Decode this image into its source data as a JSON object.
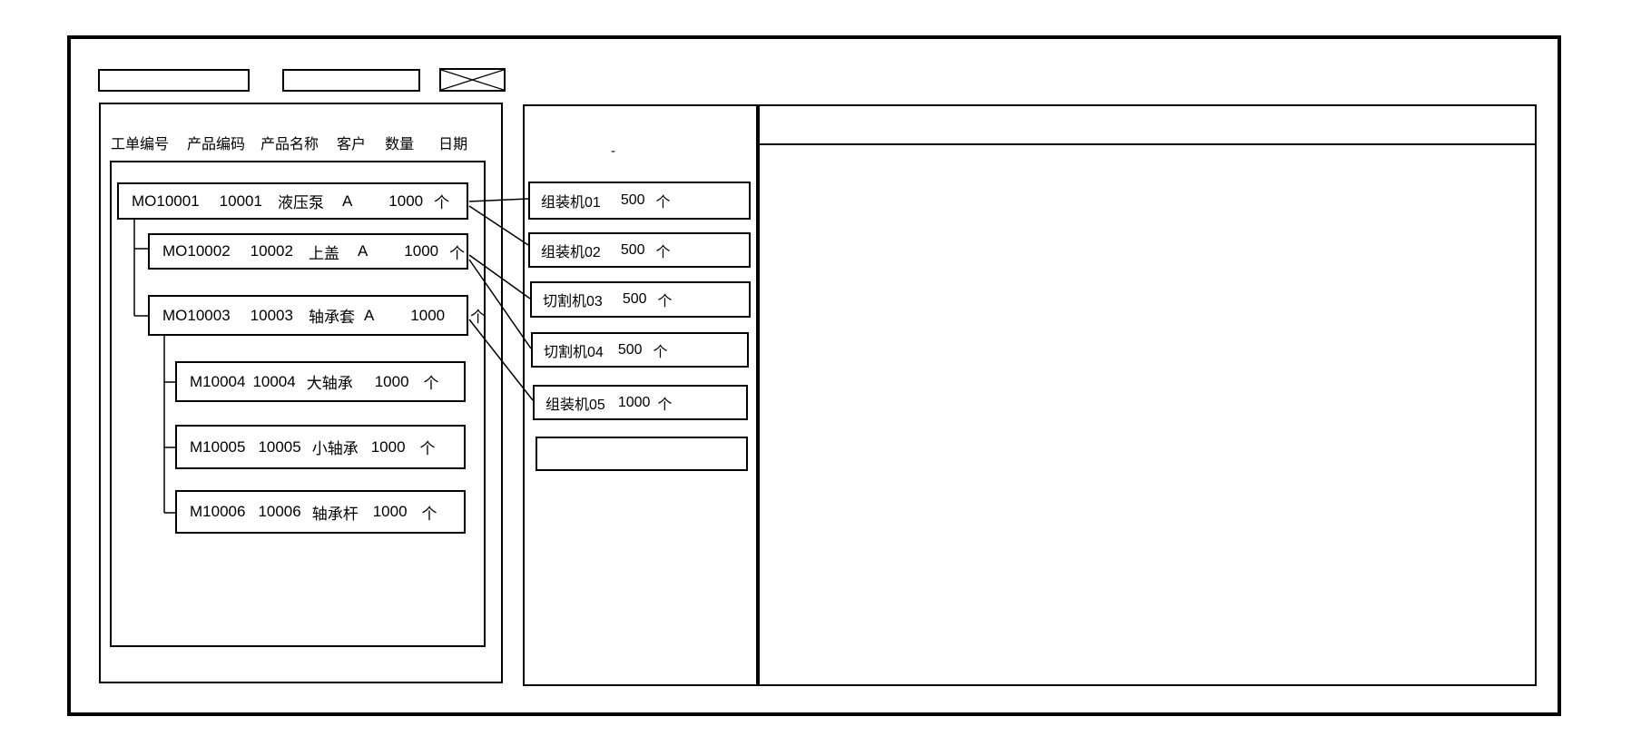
{
  "colors": {
    "stroke": "#000000",
    "background": "#ffffff"
  },
  "title_bar": {
    "field1_value": "",
    "field2_value": "",
    "image_placeholder_icon": "crossed-rectangle"
  },
  "work_order_panel": {
    "column_headers": [
      "工单编号",
      "产品编码",
      "产品名称",
      "客户",
      "数量",
      "日期"
    ],
    "orders": [
      {
        "cells": [
          "MO10001",
          "10001",
          "液压泵",
          "A",
          "1000",
          "个"
        ]
      },
      {
        "cells": [
          "MO10002",
          "10002",
          "上盖",
          "A",
          "1000",
          "个"
        ]
      },
      {
        "cells": [
          "MO10003",
          "10003",
          "轴承套",
          "A",
          "1000",
          "个"
        ]
      },
      {
        "cells": [
          "M10004",
          "10004",
          "大轴承",
          "1000",
          "个"
        ]
      },
      {
        "cells": [
          "M10005",
          "10005",
          "小轴承",
          "1000",
          "个"
        ]
      },
      {
        "cells": [
          "M10006",
          "10006",
          "轴承杆",
          "1000",
          "个"
        ]
      }
    ]
  },
  "machine_panel": {
    "stray_mark": "-",
    "machines": [
      {
        "name": "组装机01",
        "qty": "500",
        "unit": "个"
      },
      {
        "name": "组装机02",
        "qty": "500",
        "unit": "个"
      },
      {
        "name": "切割机03",
        "qty": "500",
        "unit": "个"
      },
      {
        "name": "切割机04",
        "qty": "500",
        "unit": "个"
      },
      {
        "name": "组装机05",
        "qty": "1000",
        "unit": "个"
      }
    ]
  },
  "detail_panel": {
    "header_text": ""
  }
}
